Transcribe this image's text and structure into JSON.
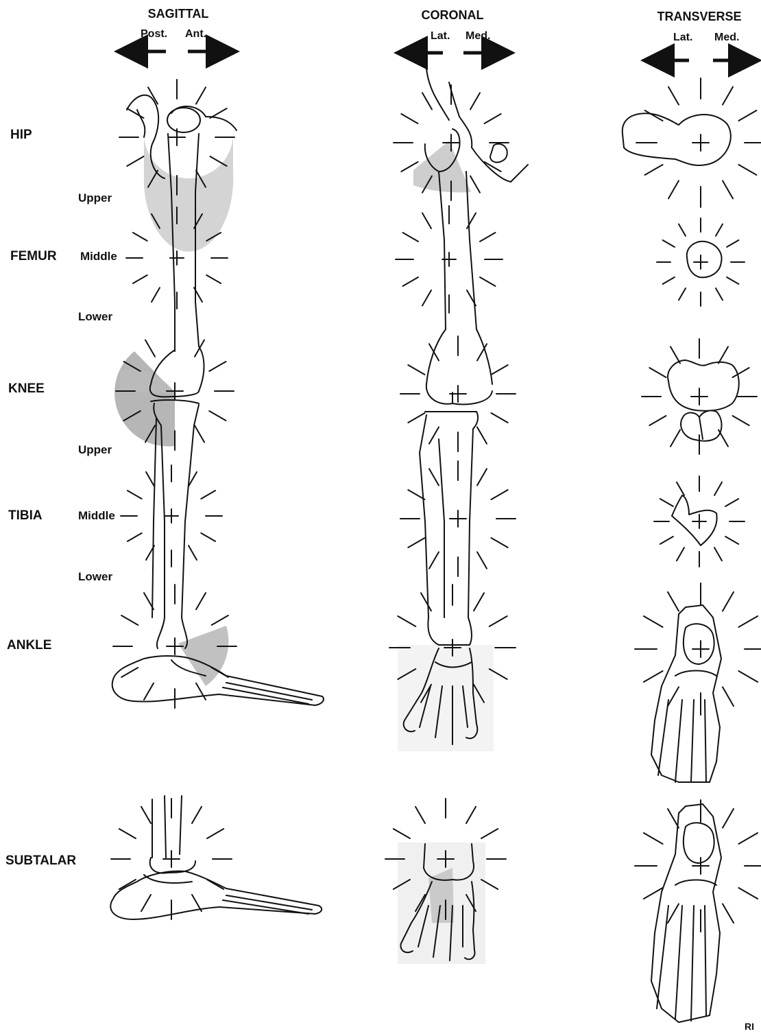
{
  "columns": {
    "sagittal": {
      "title": "SAGITTAL",
      "left": "Post.",
      "right": "Ant."
    },
    "coronal": {
      "title": "CORONAL",
      "left": "Lat.",
      "right": "Med."
    },
    "transverse": {
      "title": "TRANSVERSE",
      "left": "Lat.",
      "right": "Med."
    }
  },
  "rows": {
    "hip": "HIP",
    "femur": "FEMUR",
    "knee": "KNEE",
    "tibia": "TIBIA",
    "ankle": "ANKLE",
    "subtalar": "SUBTALAR"
  },
  "segments": {
    "femur_upper": "Upper",
    "femur_middle": "Middle",
    "femur_lower": "Lower",
    "tibia_upper": "Upper",
    "tibia_middle": "Middle",
    "tibia_lower": "Lower"
  },
  "corner_mark": "RI",
  "colors": {
    "ink": "#111111",
    "shade": "#b8b8b8",
    "shade_light": "#dcdcdc"
  }
}
